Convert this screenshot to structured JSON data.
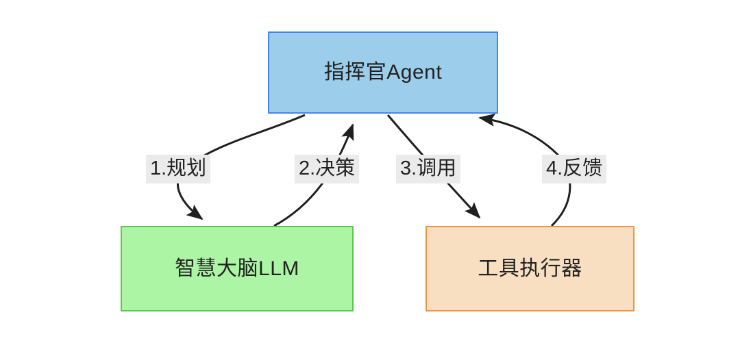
{
  "diagram": {
    "type": "flow-diagram",
    "background_color": "#ffffff",
    "nodes": [
      {
        "id": "commander",
        "label": "指挥官Agent",
        "fill": "#9CCEEB",
        "stroke": "#4285F4",
        "text_color": "#222222"
      },
      {
        "id": "brain",
        "label": "智慧大脑LLM",
        "fill": "#ACF5A4",
        "stroke": "#5DC64E",
        "text_color": "#222222"
      },
      {
        "id": "executor",
        "label": "工具执行器",
        "fill": "#F8DFC2",
        "stroke": "#EE9341",
        "text_color": "#222222"
      }
    ],
    "edges": [
      {
        "id": "edge-1",
        "label": "1.规划",
        "from": "commander",
        "to": "brain",
        "label_bg": "#ebebeb",
        "stroke": "#1f1f1f"
      },
      {
        "id": "edge-2",
        "label": "2.决策",
        "from": "brain",
        "to": "commander",
        "label_bg": "#ebebeb",
        "stroke": "#1f1f1f"
      },
      {
        "id": "edge-3",
        "label": "3.调用",
        "from": "commander",
        "to": "executor",
        "label_bg": "#ebebeb",
        "stroke": "#1f1f1f"
      },
      {
        "id": "edge-4",
        "label": "4.反馈",
        "from": "executor",
        "to": "commander",
        "label_bg": "#ebebeb",
        "stroke": "#1f1f1f"
      }
    ]
  }
}
